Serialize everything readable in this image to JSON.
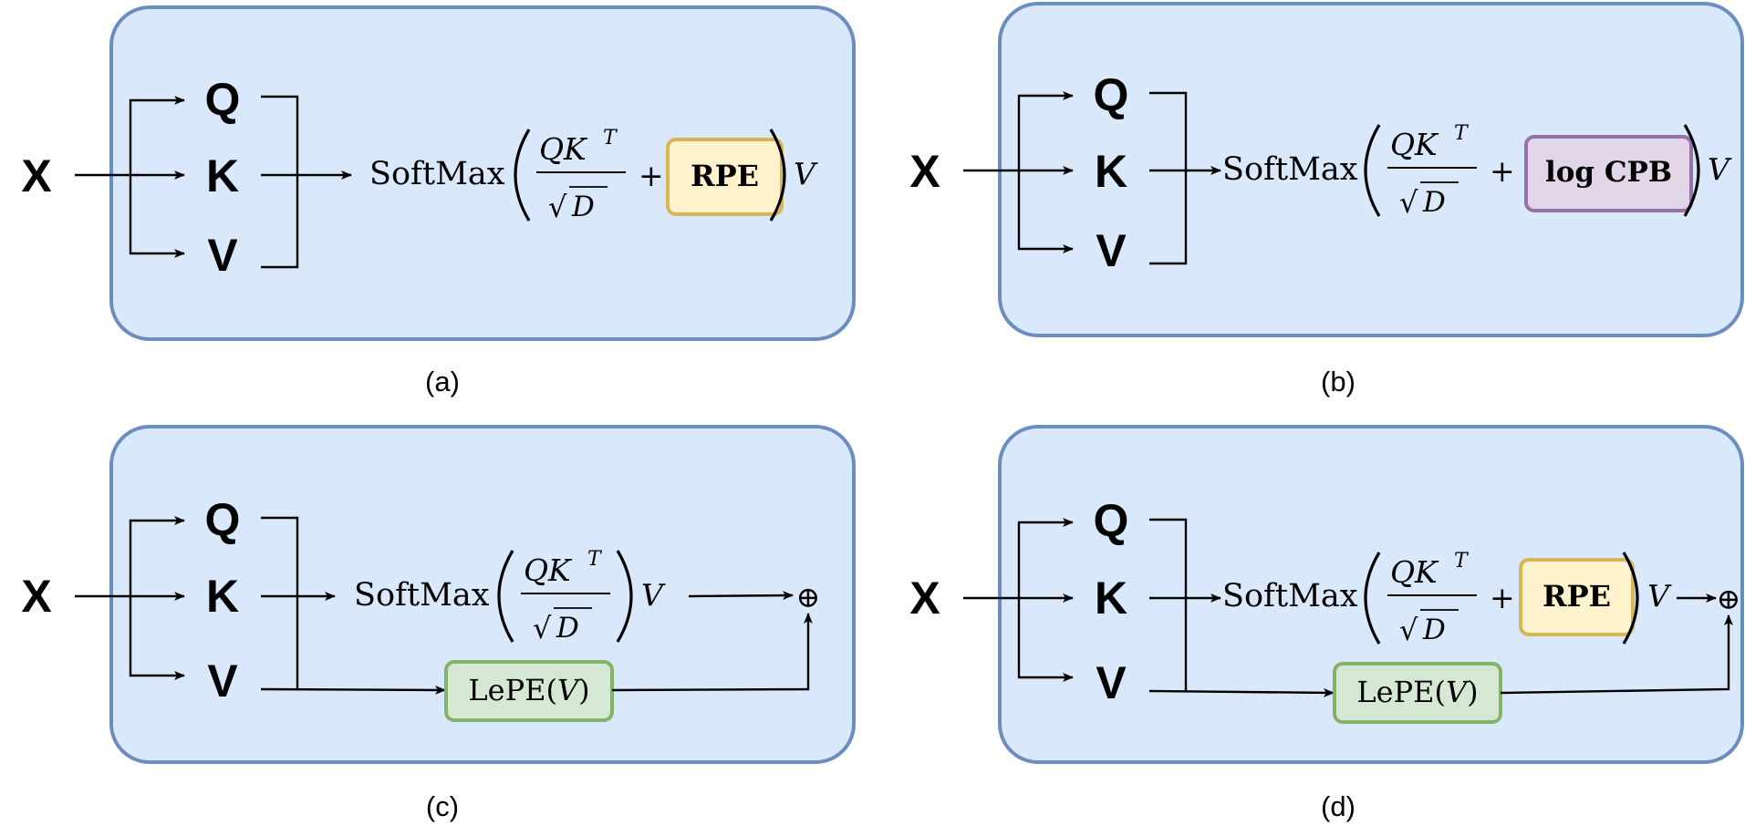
{
  "labels": {
    "x": "X",
    "q": "Q",
    "k": "K",
    "v": "V"
  },
  "formula": {
    "softmax": "SoftMax",
    "num_base": "QK",
    "num_sup": "T",
    "den_sqrt": "√",
    "den_var": "D",
    "plus": "+",
    "v_out": "V",
    "oplus": "⊕"
  },
  "terms": {
    "rpe": "RPE",
    "logcpb": "log CPB",
    "lepe_text": "LePE(",
    "lepe_var": "V",
    "lepe_close": ")"
  },
  "captions": {
    "a": "(a)",
    "b": "(b)",
    "c": "(c)",
    "d": "(d)"
  },
  "colors": {
    "panel_fill": "#dae8fc",
    "panel_stroke": "#6c8ebf",
    "rpe_fill": "#fff2cc",
    "rpe_stroke": "#d6b656",
    "cpb_fill": "#e1d5e7",
    "cpb_stroke": "#9673a6",
    "lepe_fill": "#d5e8d4",
    "lepe_stroke": "#82b366"
  }
}
